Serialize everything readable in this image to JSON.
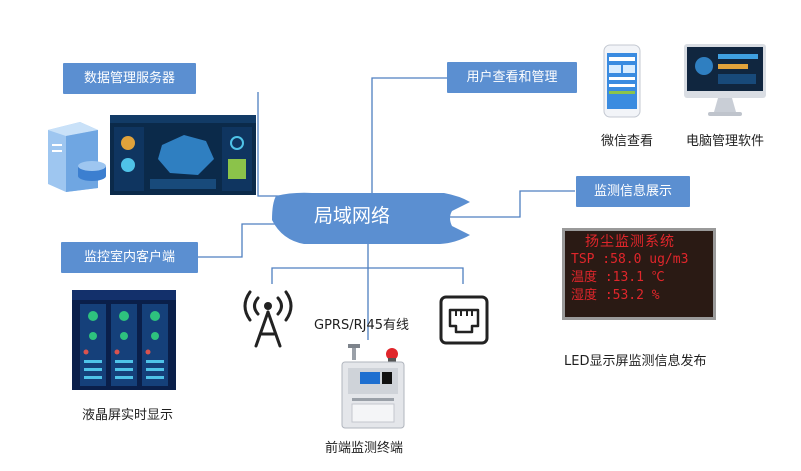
{
  "hub": {
    "label": "局域网络"
  },
  "boxes": {
    "server": "数据管理服务器",
    "user": "用户查看和管理",
    "display": "监测信息展示",
    "client": "监控室内客户端"
  },
  "captions": {
    "wechat": "微信查看",
    "pc": "电脑管理软件",
    "led": "LED显示屏监测信息发布",
    "lcd": "液晶屏实时显示",
    "gprs": "GPRS/RJ45有线",
    "terminal": "前端监测终端"
  },
  "led_screen": {
    "title": "扬尘监测系统",
    "lines": [
      "TSP :58.0 ug/m3",
      "温度 :13.1 ℃",
      "湿度 :53.2 %"
    ]
  },
  "icons": [
    "server-icon",
    "dashboard-screenshot",
    "phone-icon",
    "monitor-icon",
    "antenna-icon",
    "ethernet-port-icon",
    "monitoring-terminal-device",
    "lcd-panel-screenshot"
  ],
  "colors": {
    "box": "#5b8fd1",
    "hub": "#5b8fd1",
    "line": "#4f7fc0",
    "led_text": "#e0262b"
  }
}
